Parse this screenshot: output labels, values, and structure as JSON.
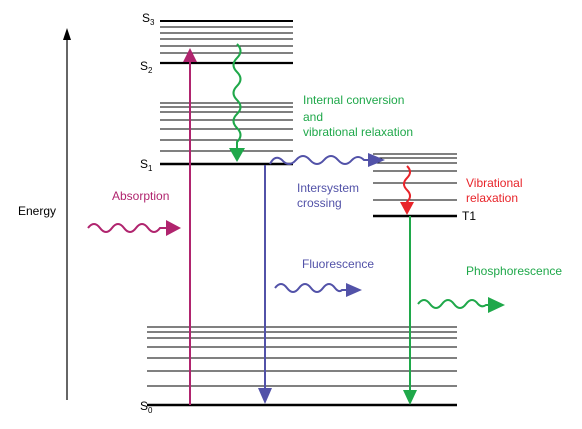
{
  "axis": {
    "label": "Energy"
  },
  "states": {
    "s0": {
      "main": "S",
      "sub": "0"
    },
    "s1": {
      "main": "S",
      "sub": "1"
    },
    "s2": {
      "main": "S",
      "sub": "2"
    },
    "s3": {
      "main": "S",
      "sub": "3"
    },
    "t1": {
      "label": "T1"
    }
  },
  "processes": {
    "absorption": {
      "label": "Absorption"
    },
    "internal_conversion": {
      "line1": "Internal conversion",
      "line2": "and",
      "line3": "vibrational relaxation"
    },
    "intersystem_crossing": {
      "line1": "Intersystem",
      "line2": "crossing"
    },
    "vibrational_relaxation": {
      "line1": "Vibrational",
      "line2": "relaxation"
    },
    "fluorescence": {
      "label": "Fluorescence"
    },
    "phosphorescence": {
      "label": "Phosphorescence"
    }
  },
  "colors": {
    "absorption": "#b0246e",
    "internal_conversion": "#1fa84a",
    "intersystem_crossing": "#5252a8",
    "vibrational_relaxation": "#e8242a",
    "fluorescence": "#5252a8",
    "phosphorescence": "#1fa84a",
    "levels": "#000000"
  }
}
